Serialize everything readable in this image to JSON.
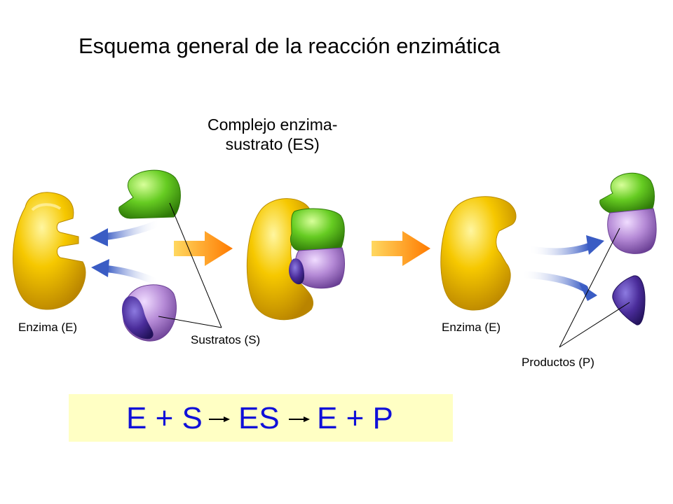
{
  "title": "Esquema general de la reacción enzimática",
  "labels": {
    "complex_line1": "Complejo enzima-",
    "complex_line2": "sustrato (ES)",
    "enzyme_left": "Enzima (E)",
    "enzyme_right": "Enzima (E)",
    "substrates": "Sustratos (S)",
    "products": "Productos (P)"
  },
  "equation": {
    "left": "E + S",
    "middle": "ES",
    "right": "E + P"
  },
  "colors": {
    "enzyme": "#f2c200",
    "substrate_green": "#66cc22",
    "substrate_purple": "#b58ad6",
    "substrate_dark": "#4a2c9a",
    "arrow_orange": "#ff8a00",
    "arrow_blue": "#4466cc",
    "equation_bg": "#ffffc4",
    "equation_text": "#1010d8"
  }
}
